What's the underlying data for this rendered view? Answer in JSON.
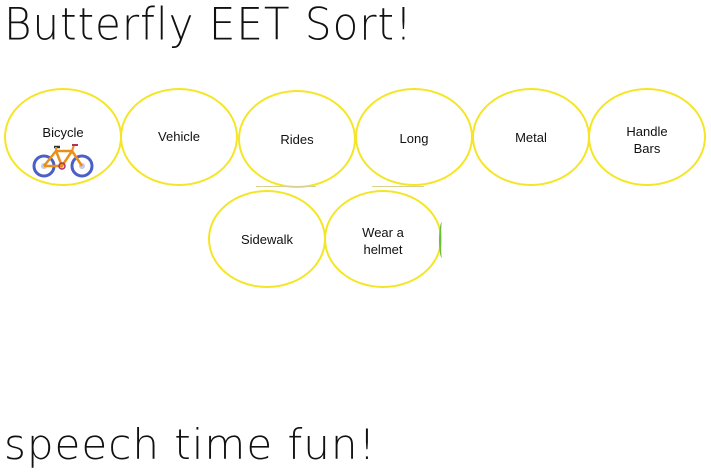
{
  "page": {
    "title": "Butterfly EET Sort!",
    "footer": "speech time fun!"
  },
  "ovals": [
    {
      "label": "Bicycle",
      "has_image": true,
      "image_icon": "bicycle-icon"
    },
    {
      "label": "Vehicle"
    },
    {
      "label": "Rides"
    },
    {
      "label": "Long"
    },
    {
      "label": "Metal"
    },
    {
      "label": "Handle\nBars"
    },
    {
      "label": "Sidewalk"
    },
    {
      "label": "Wear a\nhelmet"
    }
  ],
  "colors": {
    "oval_border": "#f4e626",
    "text": "#111111",
    "bike_frame": "#e8901a",
    "bike_wheel": "#4a5fc8"
  }
}
